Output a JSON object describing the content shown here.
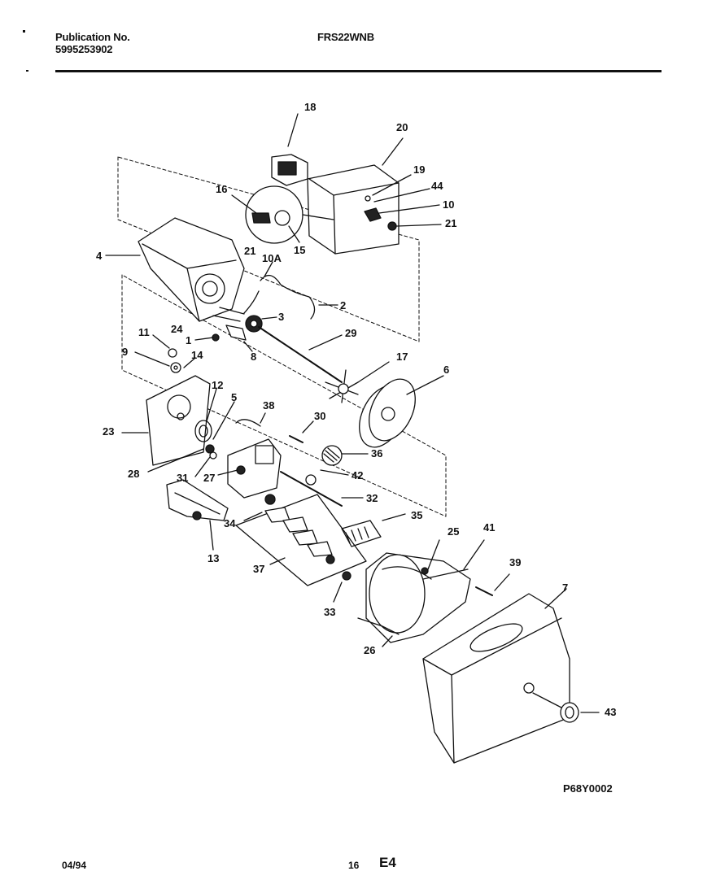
{
  "header": {
    "publication_label": "Publication No.",
    "publication_number": "5995253902",
    "model": "FRS22WNB"
  },
  "diagram": {
    "drawing_code": "P68Y0002",
    "callouts": [
      "18",
      "20",
      "19",
      "44",
      "10",
      "21",
      "16",
      "15",
      "4",
      "21",
      "10A",
      "2",
      "3",
      "24",
      "1",
      "8",
      "29",
      "11",
      "9",
      "14",
      "17",
      "6",
      "12",
      "5",
      "23",
      "38",
      "30",
      "36",
      "28",
      "31",
      "27",
      "42",
      "32",
      "35",
      "34",
      "25",
      "41",
      "39",
      "13",
      "37",
      "33",
      "26",
      "7",
      "43"
    ]
  },
  "footer": {
    "date": "04/94",
    "page": "16",
    "section": "E4"
  }
}
